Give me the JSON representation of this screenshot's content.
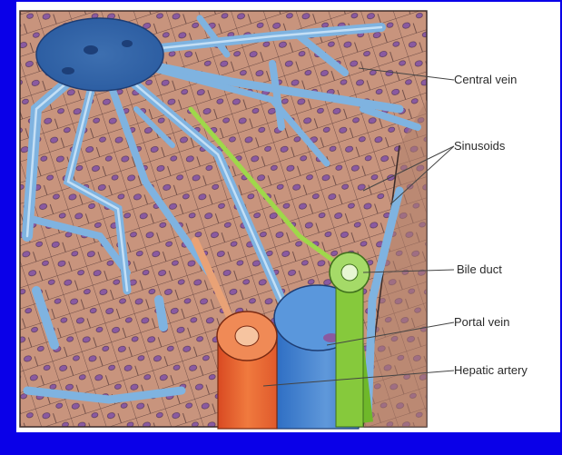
{
  "labels": {
    "central_vein": "Central vein",
    "sinusoids": "Sinusoids",
    "bile_duct": "Bile duct",
    "portal_vein": "Portal vein",
    "hepatic_artery": "Hepatic artery"
  },
  "colors": {
    "frame": "#0a00e8",
    "tissue": "#c8947d",
    "cell_border": "#6b4a44",
    "nucleus": "#8a5aa0",
    "vessel": "#7fb3e0",
    "vessel_dark": "#3f74b8",
    "bile": "#8ccf3a",
    "artery": "#e2632e"
  }
}
